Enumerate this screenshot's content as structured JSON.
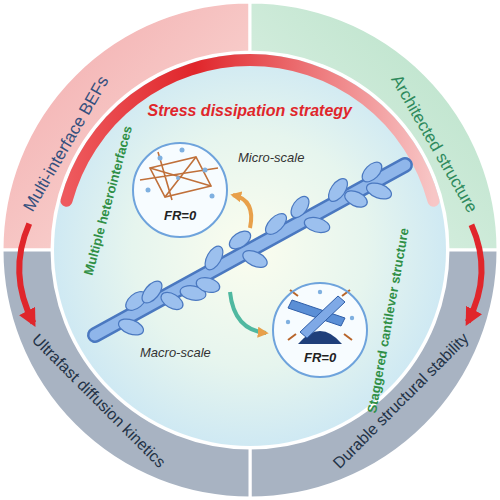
{
  "diagram": {
    "title": "Stress dissipation strategy",
    "nodes": [
      {
        "text": [
          "Multi-interface BEFs"
        ]
      },
      {
        "text": [
          "Architected structure"
        ]
      },
      {
        "text": [
          "Ultrafast diffusion kinetics"
        ]
      },
      {
        "text": [
          "Durable structural stability"
        ]
      },
      {
        "text": [
          "Multiple heterointerfaces",
          "FR=0"
        ]
      },
      {
        "text": [
          "Staggered cantilever structure",
          "FR=0"
        ]
      }
    ],
    "edges": [
      {
        "from": 0,
        "to": 2,
        "arrow": "to"
      },
      {
        "from": 1,
        "to": 3,
        "arrow": "to"
      }
    ],
    "labels": [
      "Micro-scale",
      "Macro-scale"
    ]
  }
}
